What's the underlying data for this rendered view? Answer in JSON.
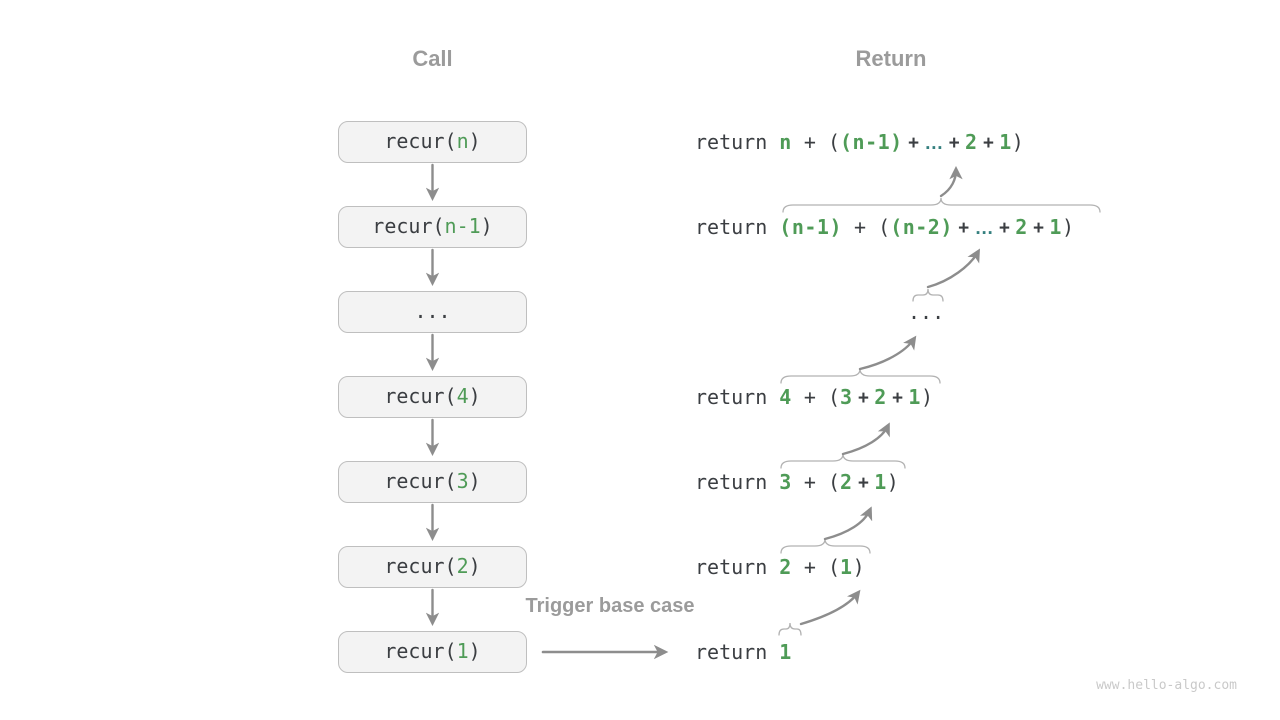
{
  "titles": {
    "call": "Call",
    "return": "Return"
  },
  "trigger_label": "Trigger base case",
  "watermark": "www.hello-algo.com",
  "colors": {
    "green": "#4f9b57",
    "teal": "#35807f",
    "dark": "#3b3e42",
    "gray": "#9b9b9b",
    "arrow": "#8d8d8d",
    "brace": "#b2b2b2",
    "box_bg": "#f3f3f3",
    "box_border": "#bfbfbf",
    "watermark": "#c9c9c9"
  },
  "call_stack": [
    {
      "segments": [
        {
          "t": "recur(",
          "s": "k"
        },
        {
          "t": "n",
          "s": "g"
        },
        {
          "t": ")",
          "s": "k"
        }
      ]
    },
    {
      "segments": [
        {
          "t": "recur(",
          "s": "k"
        },
        {
          "t": "n-1",
          "s": "g"
        },
        {
          "t": ")",
          "s": "k"
        }
      ]
    },
    {
      "segments": [
        {
          "t": "...",
          "s": "k"
        }
      ],
      "variant": "ellipsis"
    },
    {
      "segments": [
        {
          "t": "recur(",
          "s": "k"
        },
        {
          "t": "4",
          "s": "g"
        },
        {
          "t": ")",
          "s": "k"
        }
      ]
    },
    {
      "segments": [
        {
          "t": "recur(",
          "s": "k"
        },
        {
          "t": "3",
          "s": "g"
        },
        {
          "t": ")",
          "s": "k"
        }
      ]
    },
    {
      "segments": [
        {
          "t": "recur(",
          "s": "k"
        },
        {
          "t": "2",
          "s": "g"
        },
        {
          "t": ")",
          "s": "k"
        }
      ]
    },
    {
      "segments": [
        {
          "t": "recur(",
          "s": "k"
        },
        {
          "t": "1",
          "s": "g"
        },
        {
          "t": ")",
          "s": "k"
        }
      ]
    }
  ],
  "returns": [
    {
      "segments": [
        {
          "t": "return ",
          "s": "k"
        },
        {
          "t": "n",
          "s": "g"
        },
        {
          "t": " + (",
          "s": "k"
        },
        {
          "t": "(n-1)",
          "s": "g"
        },
        {
          "t": " + ",
          "s": "d"
        },
        {
          "t": "…",
          "s": "e"
        },
        {
          "t": " + ",
          "s": "d"
        },
        {
          "t": "2",
          "s": "g"
        },
        {
          "t": " + ",
          "s": "d"
        },
        {
          "t": "1",
          "s": "g"
        },
        {
          "t": ")",
          "s": "k"
        }
      ]
    },
    {
      "segments": [
        {
          "t": "return ",
          "s": "k"
        },
        {
          "t": "(n-1)",
          "s": "g"
        },
        {
          "t": " + (",
          "s": "k"
        },
        {
          "t": "(n-2)",
          "s": "g"
        },
        {
          "t": " + ",
          "s": "d"
        },
        {
          "t": "…",
          "s": "e"
        },
        {
          "t": " + ",
          "s": "d"
        },
        {
          "t": "2",
          "s": "g"
        },
        {
          "t": " + ",
          "s": "d"
        },
        {
          "t": "1",
          "s": "g"
        },
        {
          "t": ")",
          "s": "k"
        }
      ]
    },
    {
      "segments": [
        {
          "t": "...",
          "s": "k"
        }
      ],
      "variant": "ellipsis"
    },
    {
      "segments": [
        {
          "t": "return ",
          "s": "k"
        },
        {
          "t": "4",
          "s": "g"
        },
        {
          "t": " + (",
          "s": "k"
        },
        {
          "t": "3",
          "s": "g"
        },
        {
          "t": " + ",
          "s": "d"
        },
        {
          "t": "2",
          "s": "g"
        },
        {
          "t": " + ",
          "s": "d"
        },
        {
          "t": "1",
          "s": "g"
        },
        {
          "t": ")",
          "s": "k"
        }
      ]
    },
    {
      "segments": [
        {
          "t": "return ",
          "s": "k"
        },
        {
          "t": "3",
          "s": "g"
        },
        {
          "t": " + (",
          "s": "k"
        },
        {
          "t": "2",
          "s": "g"
        },
        {
          "t": " + ",
          "s": "d"
        },
        {
          "t": "1",
          "s": "g"
        },
        {
          "t": ")",
          "s": "k"
        }
      ]
    },
    {
      "segments": [
        {
          "t": "return ",
          "s": "k"
        },
        {
          "t": "2",
          "s": "g"
        },
        {
          "t": " + (",
          "s": "k"
        },
        {
          "t": "1",
          "s": "g"
        },
        {
          "t": ")",
          "s": "k"
        }
      ]
    },
    {
      "segments": [
        {
          "t": "return ",
          "s": "k"
        },
        {
          "t": "1",
          "s": "g"
        }
      ]
    }
  ]
}
